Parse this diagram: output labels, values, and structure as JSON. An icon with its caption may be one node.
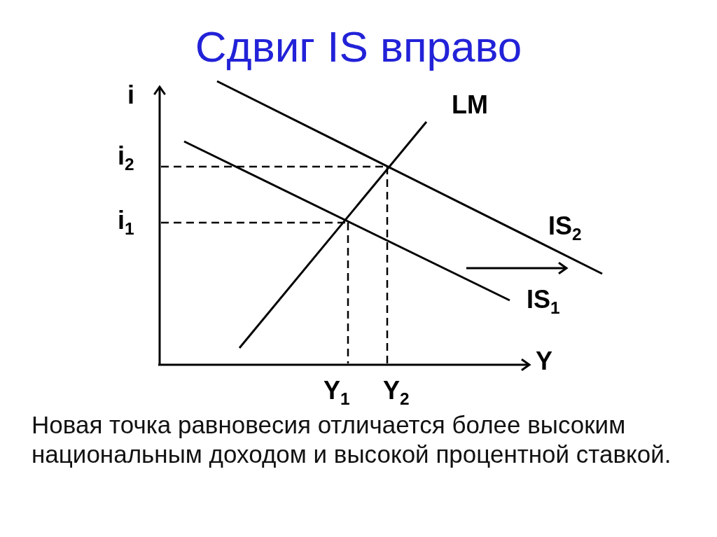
{
  "diagram": {
    "title": "Сдвиг IS вправо",
    "caption": "Новая точка равновесия отличается более высоким национальным доходом и высокой процентной ставкой.",
    "labels": [
      "i",
      "LM",
      "i$_{2}$",
      "i$_{1}$",
      "IS$_{2}$",
      "IS$_{1}$",
      "Y",
      "Y$_{1}$",
      "Y$_{2}$"
    ]
  }
}
